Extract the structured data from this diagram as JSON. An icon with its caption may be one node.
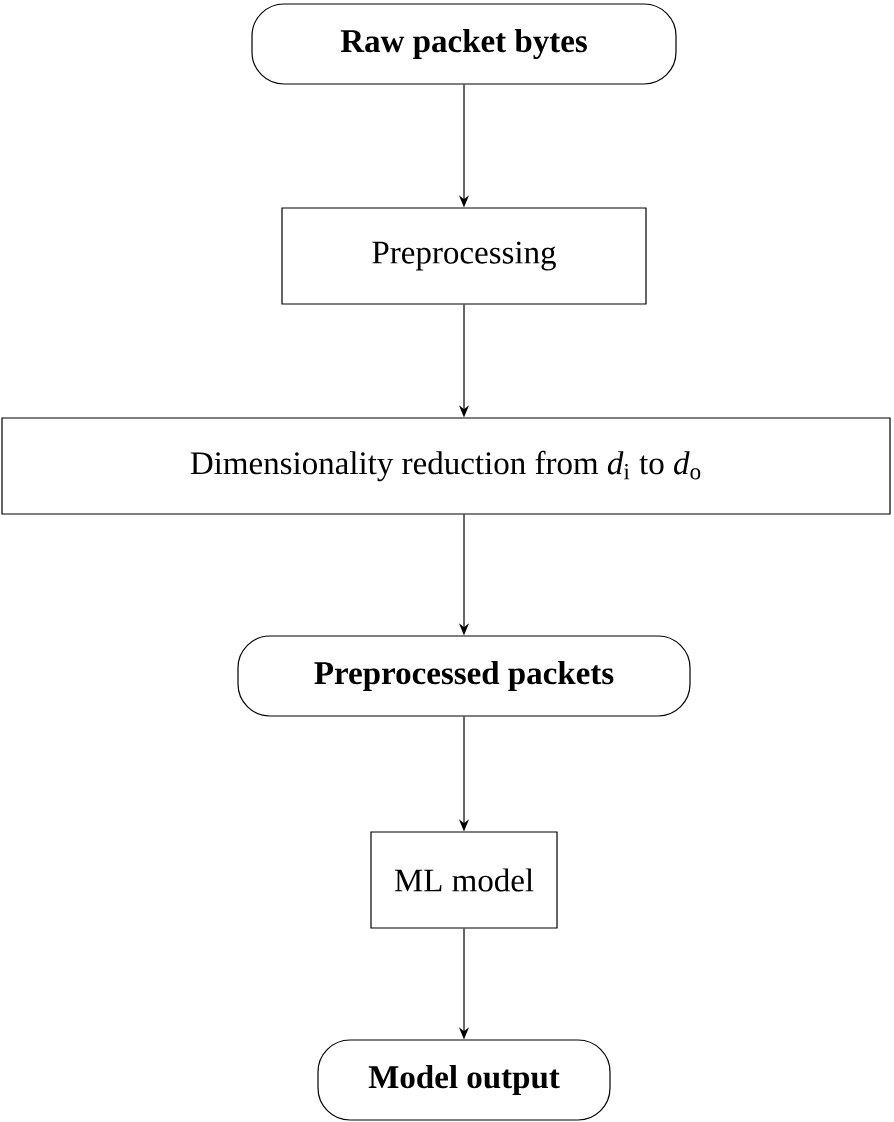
{
  "diagram": {
    "nodes": [
      {
        "text": [
          "Raw packet bytes"
        ]
      },
      {
        "text": [
          "Preprocessing"
        ]
      },
      {
        "text": [
          "Dimensionality reduction from *d*$_{i}$ to *d*$_{o}$"
        ]
      },
      {
        "text": [
          "Preprocessed packets"
        ]
      },
      {
        "text": [
          "ML model"
        ]
      },
      {
        "text": [
          "Model output"
        ]
      }
    ],
    "edges": [
      {
        "from": 0,
        "to": 1,
        "arrow": "to"
      },
      {
        "from": 1,
        "to": 2,
        "arrow": "to"
      },
      {
        "from": 2,
        "to": 3,
        "arrow": "to"
      },
      {
        "from": 3,
        "to": 4,
        "arrow": "to"
      },
      {
        "from": 4,
        "to": 5,
        "arrow": "to"
      }
    ]
  }
}
